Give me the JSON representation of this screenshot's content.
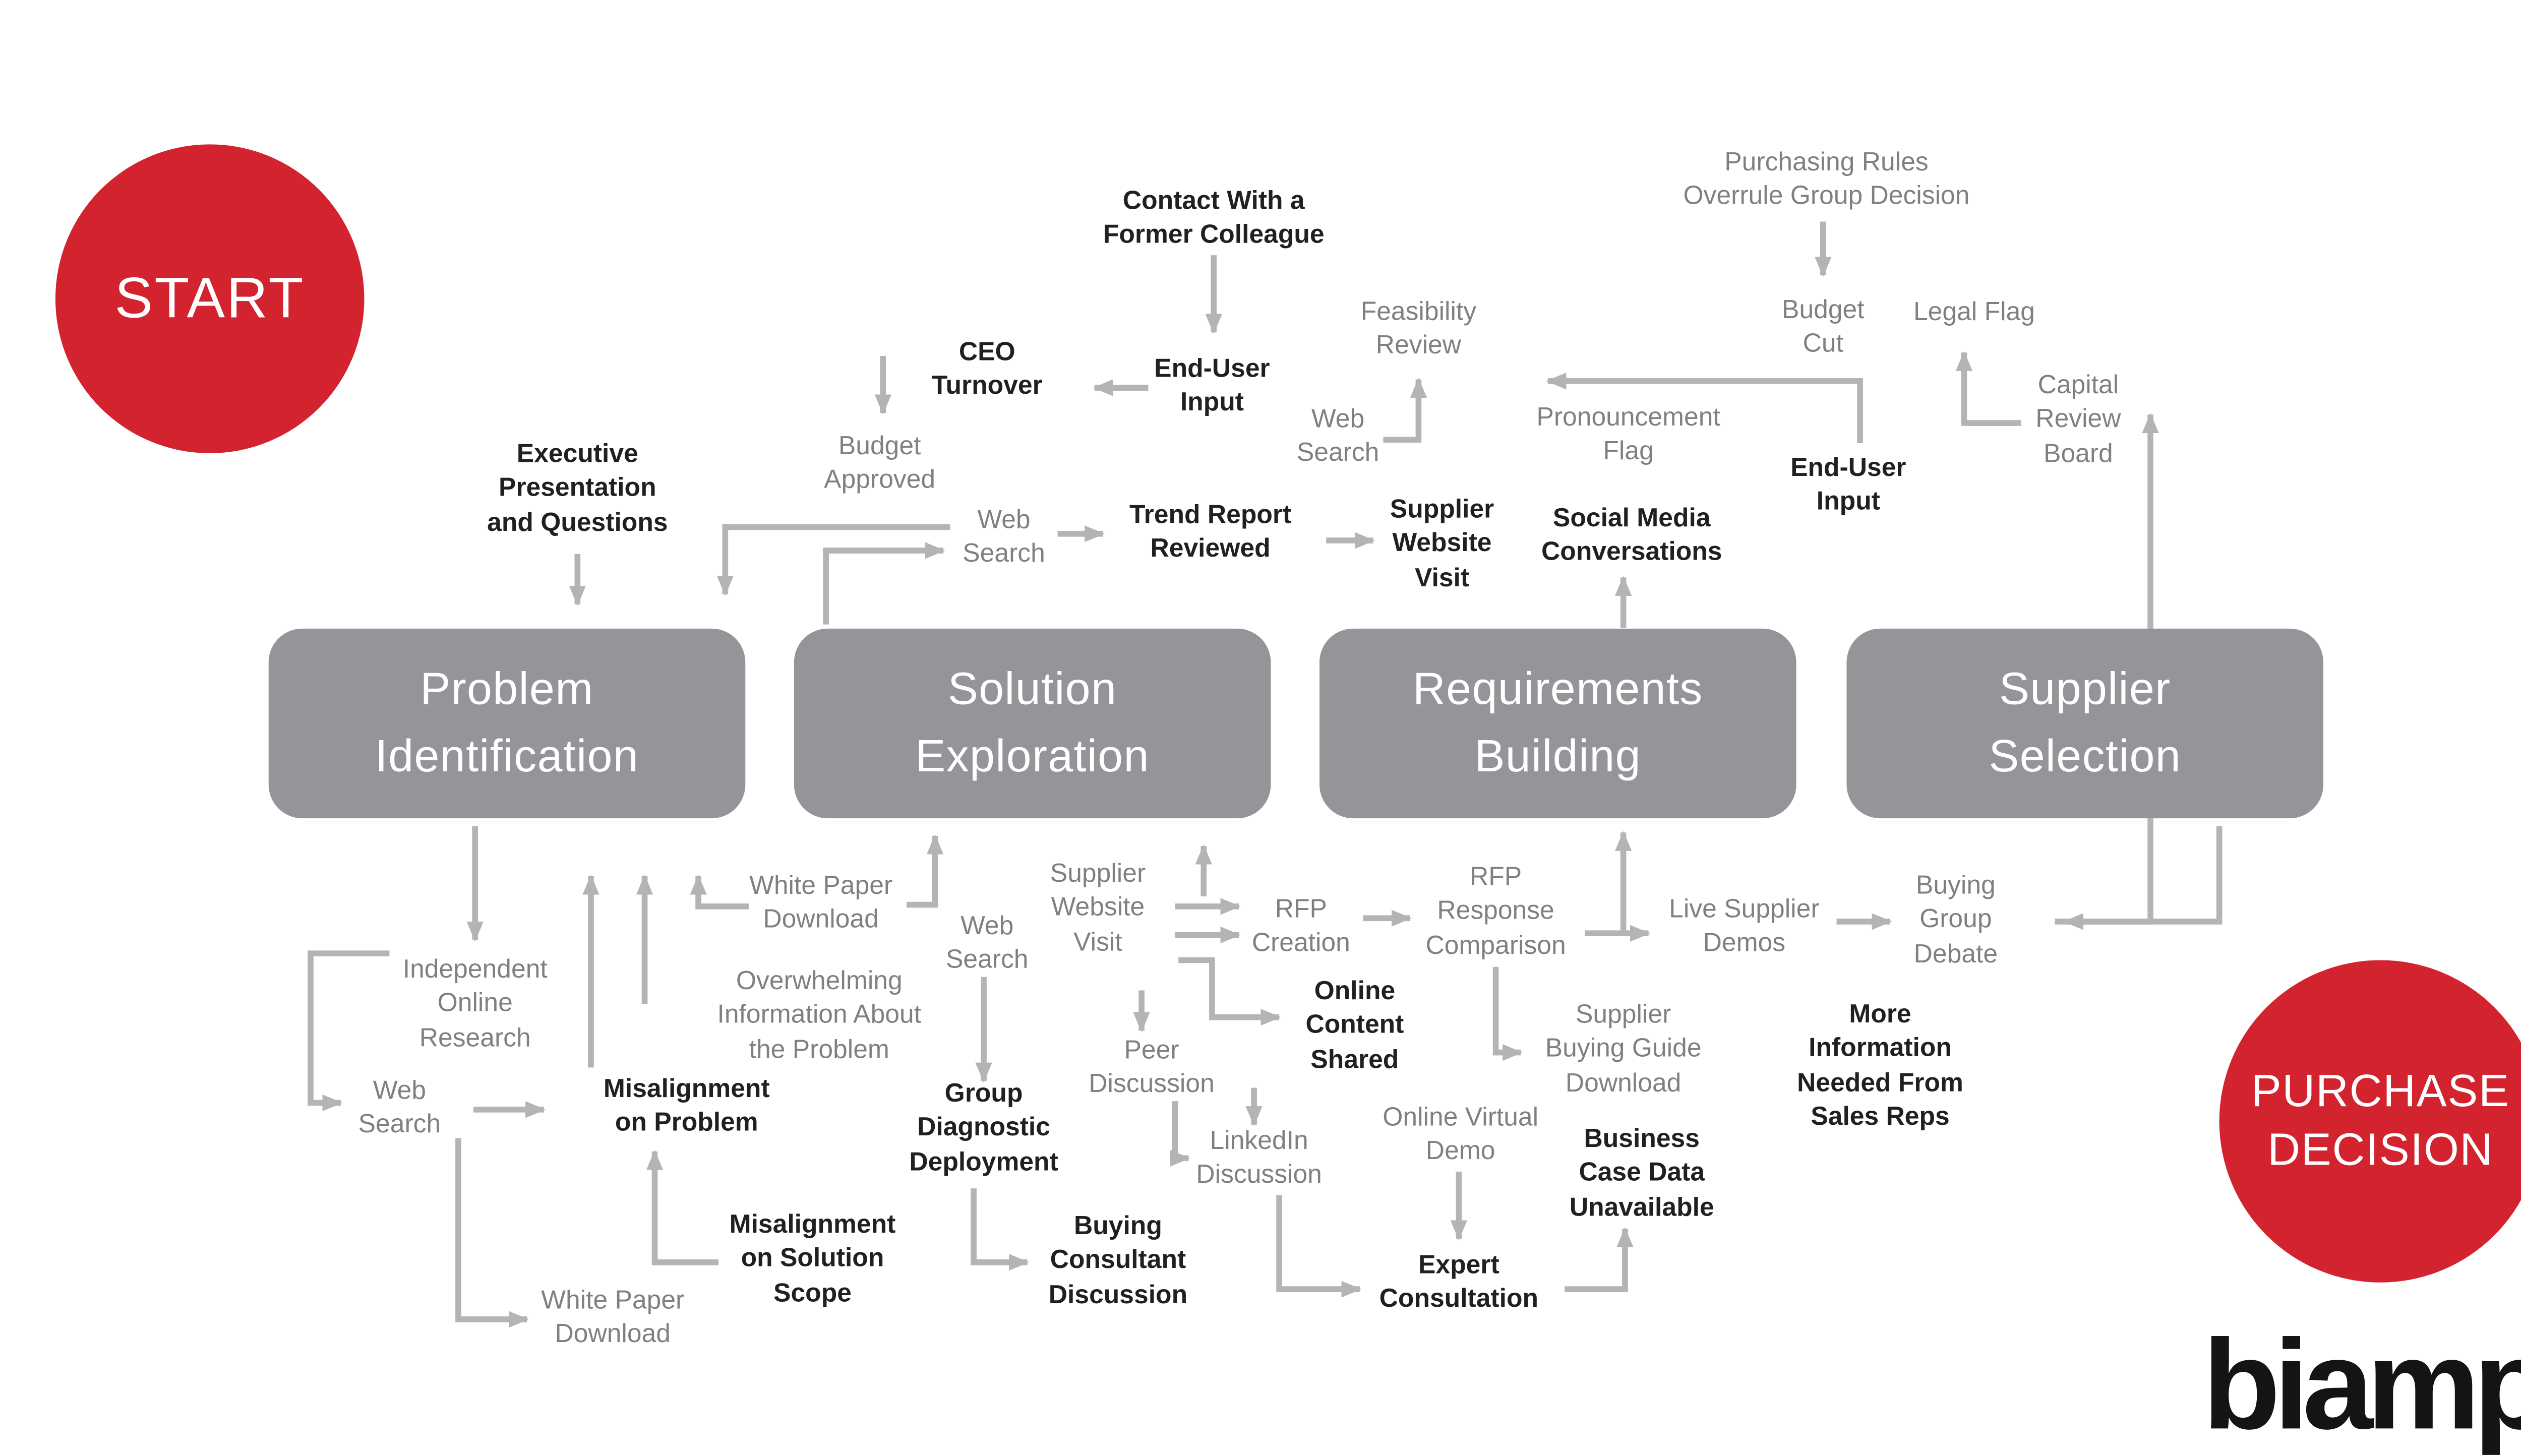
{
  "diagram": {
    "start_label": "START",
    "purchase_decision_label": "PURCHASE\nDECISION",
    "logo_text": "biamp",
    "logo_dot": ".",
    "logo_tm": "™"
  },
  "stages": [
    {
      "label": "Problem\nIdentification"
    },
    {
      "label": "Solution\nExploration"
    },
    {
      "label": "Requirements\nBuilding"
    },
    {
      "label": "Supplier\nSelection"
    }
  ],
  "nodes": [
    {
      "label": "Purchasing Rules\nOverrule Group Decision",
      "style": "gray"
    },
    {
      "label": "Budget\nCut",
      "style": "gray"
    },
    {
      "label": "Legal Flag",
      "style": "gray"
    },
    {
      "label": "Capital\nReview\nBoard",
      "style": "gray"
    },
    {
      "label": "Contact With a\nFormer Colleague",
      "style": "bold"
    },
    {
      "label": "End-User\nInput",
      "style": "bold"
    },
    {
      "label": "CEO\nTurnover",
      "style": "bold"
    },
    {
      "label": "Budget\nApproved",
      "style": "gray"
    },
    {
      "label": "Feasibility\nReview",
      "style": "gray"
    },
    {
      "label": "Web\nSearch",
      "style": "gray"
    },
    {
      "label": "Trend Report\nReviewed",
      "style": "bold"
    },
    {
      "label": "Supplier\nWebsite\nVisit",
      "style": "bold"
    },
    {
      "label": "Social Media\nConversations",
      "style": "bold"
    },
    {
      "label": "Pronouncement\nFlag",
      "style": "gray"
    },
    {
      "label": "End-User\nInput",
      "style": "bold"
    },
    {
      "label": "Executive\nPresentation\nand Questions",
      "style": "bold"
    },
    {
      "label": "Web\nSearch",
      "style": "gray"
    },
    {
      "label": "White Paper\nDownload",
      "style": "gray"
    },
    {
      "label": "Web\nSearch",
      "style": "gray"
    },
    {
      "label": "Supplier\nWebsite\nVisit",
      "style": "gray"
    },
    {
      "label": "RFP\nCreation",
      "style": "gray"
    },
    {
      "label": "RFP\nResponse\nComparison",
      "style": "gray"
    },
    {
      "label": "Live Supplier\nDemos",
      "style": "gray"
    },
    {
      "label": "Buying\nGroup\nDebate",
      "style": "gray"
    },
    {
      "label": "Independent\nOnline\nResearch",
      "style": "gray"
    },
    {
      "label": "Web\nSearch",
      "style": "gray"
    },
    {
      "label": "Overwhelming\nInformation About\nthe Problem",
      "style": "gray"
    },
    {
      "label": "Misalignment\non Problem",
      "style": "bold"
    },
    {
      "label": "Group\nDiagnostic\nDeployment",
      "style": "bold"
    },
    {
      "label": "Peer\nDiscussion",
      "style": "gray"
    },
    {
      "label": "Online\nContent\nShared",
      "style": "bold"
    },
    {
      "label": "LinkedIn\nDiscussion",
      "style": "gray"
    },
    {
      "label": "Supplier\nBuying Guide\nDownload",
      "style": "gray"
    },
    {
      "label": "Online Virtual\nDemo",
      "style": "gray"
    },
    {
      "label": "More\nInformation\nNeeded From\nSales Reps",
      "style": "bold"
    },
    {
      "label": "Business\nCase Data\nUnavailable",
      "style": "bold"
    },
    {
      "label": "Misalignment\non Solution\nScope",
      "style": "bold"
    },
    {
      "label": "White Paper\nDownload",
      "style": "gray"
    },
    {
      "label": "Buying\nConsultant\nDiscussion",
      "style": "bold"
    },
    {
      "label": "Expert\nConsultation",
      "style": "bold"
    }
  ]
}
